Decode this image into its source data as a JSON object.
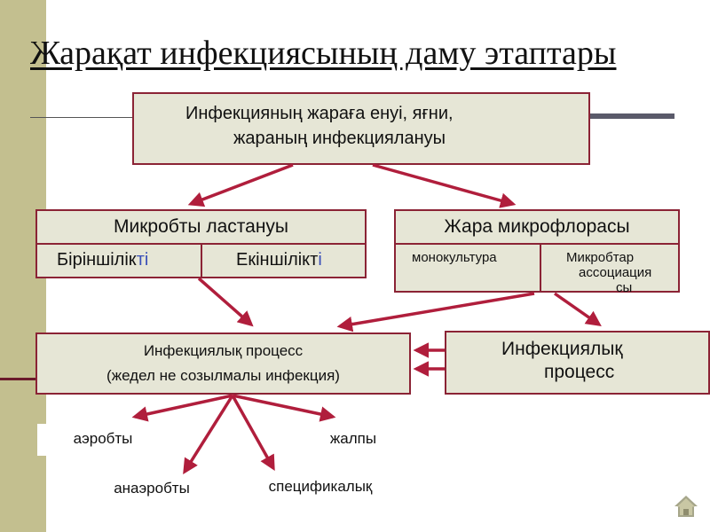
{
  "title": "Жарақат инфекциясының даму этаптары",
  "top_box": {
    "line1": "Инфекцияның жараға енуі, яғни,",
    "line2": "жараның инфекциялануы"
  },
  "microbes_box": {
    "head": "Микробты ластануы",
    "primary_stem": "Біріншілік",
    "primary_suffix": "ті",
    "secondary_stem": "Екіншілікт",
    "secondary_suffix": "і"
  },
  "flora_box": {
    "head": "Жара микрофлорасы",
    "mono": "монокультура",
    "assoc_line1": "Микробтар",
    "assoc_line2": "ассоциация",
    "assoc_line3": "сы"
  },
  "process_left": {
    "line1": "Инфекциялық процесс",
    "line2": "(жедел не созылмалы инфекция)"
  },
  "process_right": {
    "line1": "Инфекциялық",
    "line2": "процесс"
  },
  "leaves": {
    "aerob": "аэробты",
    "anaerob": "анаэробты",
    "specific": "спецификалық",
    "general": "жалпы"
  },
  "colors": {
    "box_fill": "#e6e6d6",
    "box_border": "#8b2335",
    "arrow": "#b01e3c",
    "side_bar": "#c3bf8f"
  },
  "icons": {
    "nav": "home-icon"
  }
}
